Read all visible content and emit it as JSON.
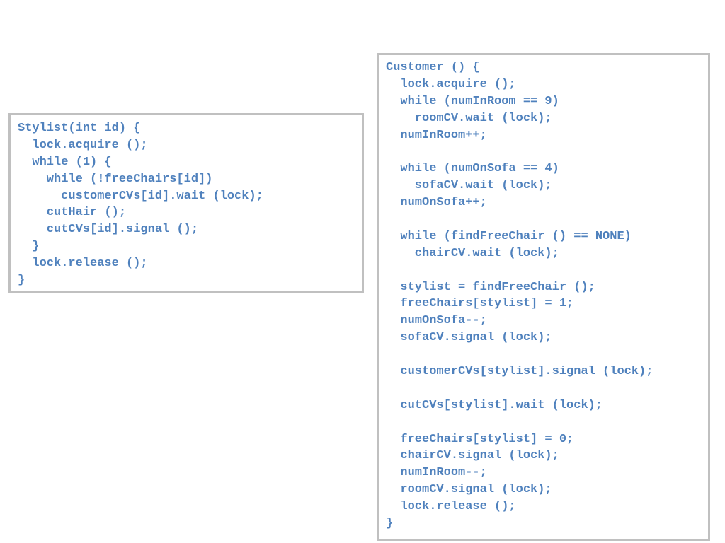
{
  "stylist_code": {
    "lines": [
      "Stylist(int id) {",
      "  lock.acquire ();",
      "  while (1) {",
      "    while (!freeChairs[id])",
      "      customerCVs[id].wait (lock);",
      "    cutHair ();",
      "    cutCVs[id].signal ();",
      "  }",
      "  lock.release ();",
      "}"
    ]
  },
  "customer_code": {
    "lines": [
      "Customer () {",
      "  lock.acquire ();",
      "  while (numInRoom == 9)",
      "    roomCV.wait (lock);",
      "  numInRoom++;",
      "",
      "  while (numOnSofa == 4)",
      "    sofaCV.wait (lock);",
      "  numOnSofa++;",
      "",
      "  while (findFreeChair () == NONE)",
      "    chairCV.wait (lock);",
      "",
      "  stylist = findFreeChair ();",
      "  freeChairs[stylist] = 1;",
      "  numOnSofa--;",
      "  sofaCV.signal (lock);",
      "",
      "  customerCVs[stylist].signal (lock);",
      "",
      "  cutCVs[stylist].wait (lock);",
      "",
      "  freeChairs[stylist] = 0;",
      "  chairCV.signal (lock);",
      "  numInRoom--;",
      "  roomCV.signal (lock);",
      "  lock.release ();",
      "}"
    ]
  },
  "colors": {
    "code_text": "#4f81bd",
    "box_border": "#c0c0c0"
  }
}
